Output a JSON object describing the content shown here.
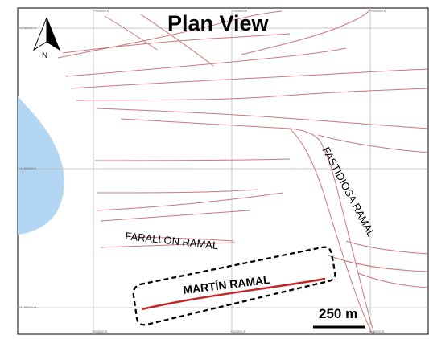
{
  "title": "Plan View",
  "north_label": "N",
  "scale_label": "250 m",
  "veins": {
    "farallon": "FARALLON RAMAL",
    "martin": "MARTÍN RAMAL",
    "fastidiosa": "FASTIDIOSA RAMAL"
  },
  "grid_labels": {
    "top": [
      "+343000 E",
      "+343500 E",
      "+344000 E"
    ],
    "bottom": [
      "+343000 E",
      "+343500 E",
      "+344000 E"
    ],
    "left": [
      "+4769400 N",
      "+4769000 N",
      "+4768500 N"
    ]
  },
  "colors": {
    "structures": "#c9787a",
    "target_vein": "#c0282a",
    "water": "#b3d7f2",
    "grid": "#b9b9b9"
  }
}
